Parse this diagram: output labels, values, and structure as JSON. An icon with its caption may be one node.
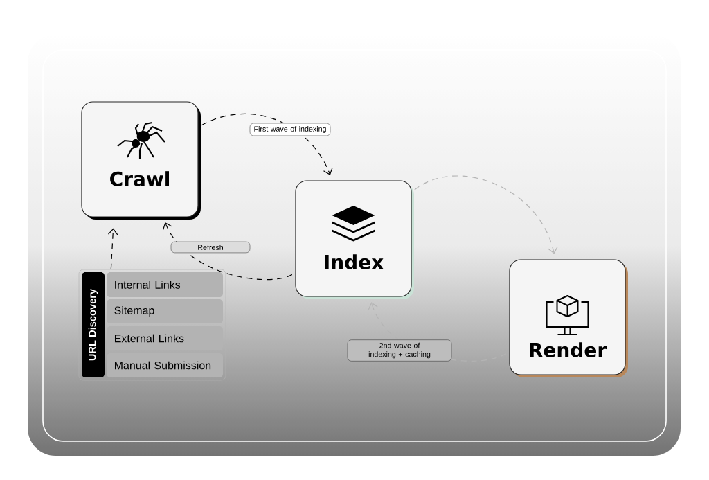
{
  "diagram": {
    "nodes": [
      {
        "text": [
          "Crawl"
        ]
      },
      {
        "text": [
          "Index"
        ]
      },
      {
        "text": [
          "Render"
        ]
      },
      {
        "text": [
          "URL Discovery"
        ]
      },
      {
        "text": [
          "Internal Links"
        ],
        "in": 3
      },
      {
        "text": [
          "Sitemap"
        ],
        "in": 3
      },
      {
        "text": [
          "External Links"
        ],
        "in": 3
      },
      {
        "text": [
          "Manual Submission"
        ],
        "in": 3
      }
    ],
    "edges": [
      {
        "from": 0,
        "to": 1,
        "arrow": "to",
        "label": "First wave of indexing",
        "style": "dashed"
      },
      {
        "from": 1,
        "to": 2,
        "arrow": "to",
        "style": "dashed",
        "color": "#b4b4b4"
      },
      {
        "from": 2,
        "to": 1,
        "arrow": "to",
        "label": "2nd wave of indexing + caching",
        "style": "dashed",
        "color": "#b4b4b4"
      },
      {
        "from": 1,
        "to": 0,
        "arrow": "to",
        "label": "Refresh",
        "style": "dashed"
      },
      {
        "from": 3,
        "to": 0,
        "arrow": "to",
        "style": "dashed"
      }
    ]
  }
}
